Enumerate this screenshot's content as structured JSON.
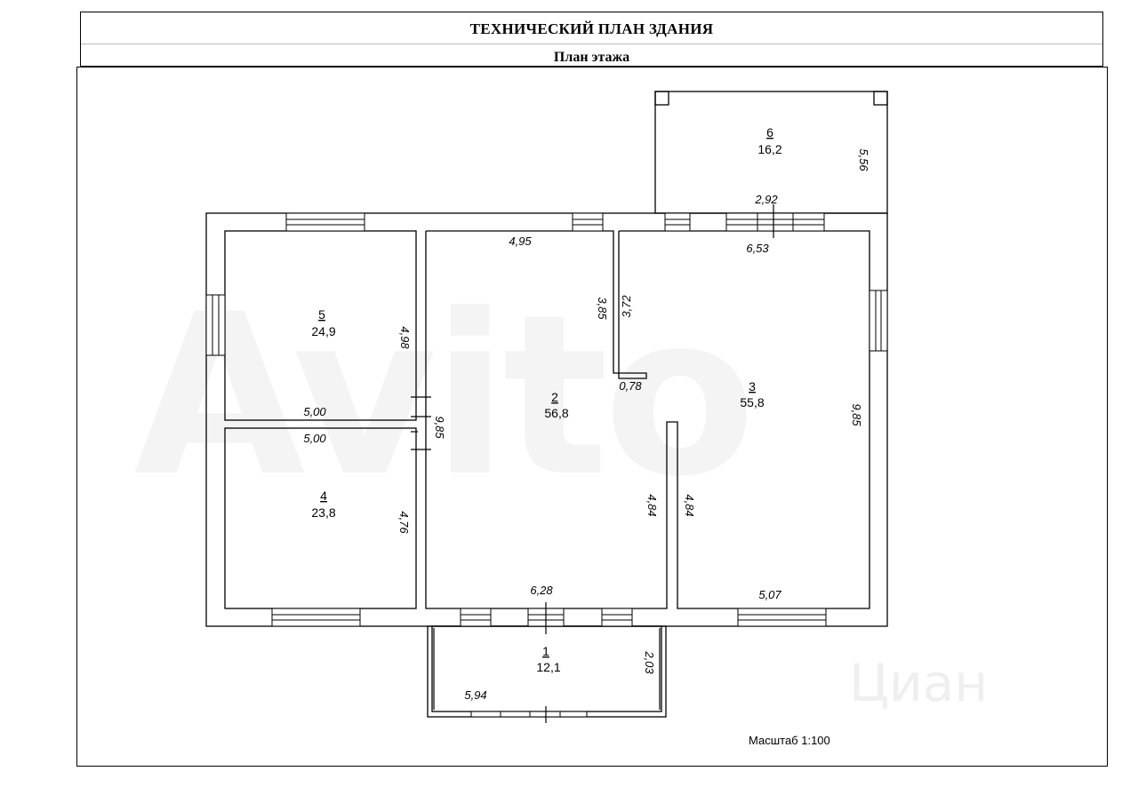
{
  "header": {
    "title": "ТЕХНИЧЕСКИЙ ПЛАН ЗДАНИЯ",
    "subtitle": "План этажа"
  },
  "rooms": [
    {
      "num": "1",
      "area": "12,1"
    },
    {
      "num": "2",
      "area": "56,8"
    },
    {
      "num": "3",
      "area": "55,8"
    },
    {
      "num": "4",
      "area": "23,8"
    },
    {
      "num": "5",
      "area": "24,9"
    },
    {
      "num": "6",
      "area": "16,2"
    }
  ],
  "dimensions": {
    "room6_height": "5,56",
    "room6_width": "2,92",
    "room3_width": "6,53",
    "room3_height": "9,85",
    "room3_bottom": "5,07",
    "room2_top": "4,95",
    "room2_bottom": "6,28",
    "room2_height": "9,85",
    "wall_left": "3,85",
    "wall_right": "3,72",
    "wall_thickness": "0,78",
    "partition_left": "4,84",
    "partition_right": "4,84",
    "room5_height": "4,98",
    "room5_width": "5,00",
    "room4_width": "5,00",
    "room4_height": "4,76",
    "room1_height": "2,03",
    "room1_width": "5,94"
  },
  "footer": {
    "scale": "Масштаб 1:100"
  },
  "watermark": {
    "logo": "Avito",
    "secondary": "Циан"
  }
}
